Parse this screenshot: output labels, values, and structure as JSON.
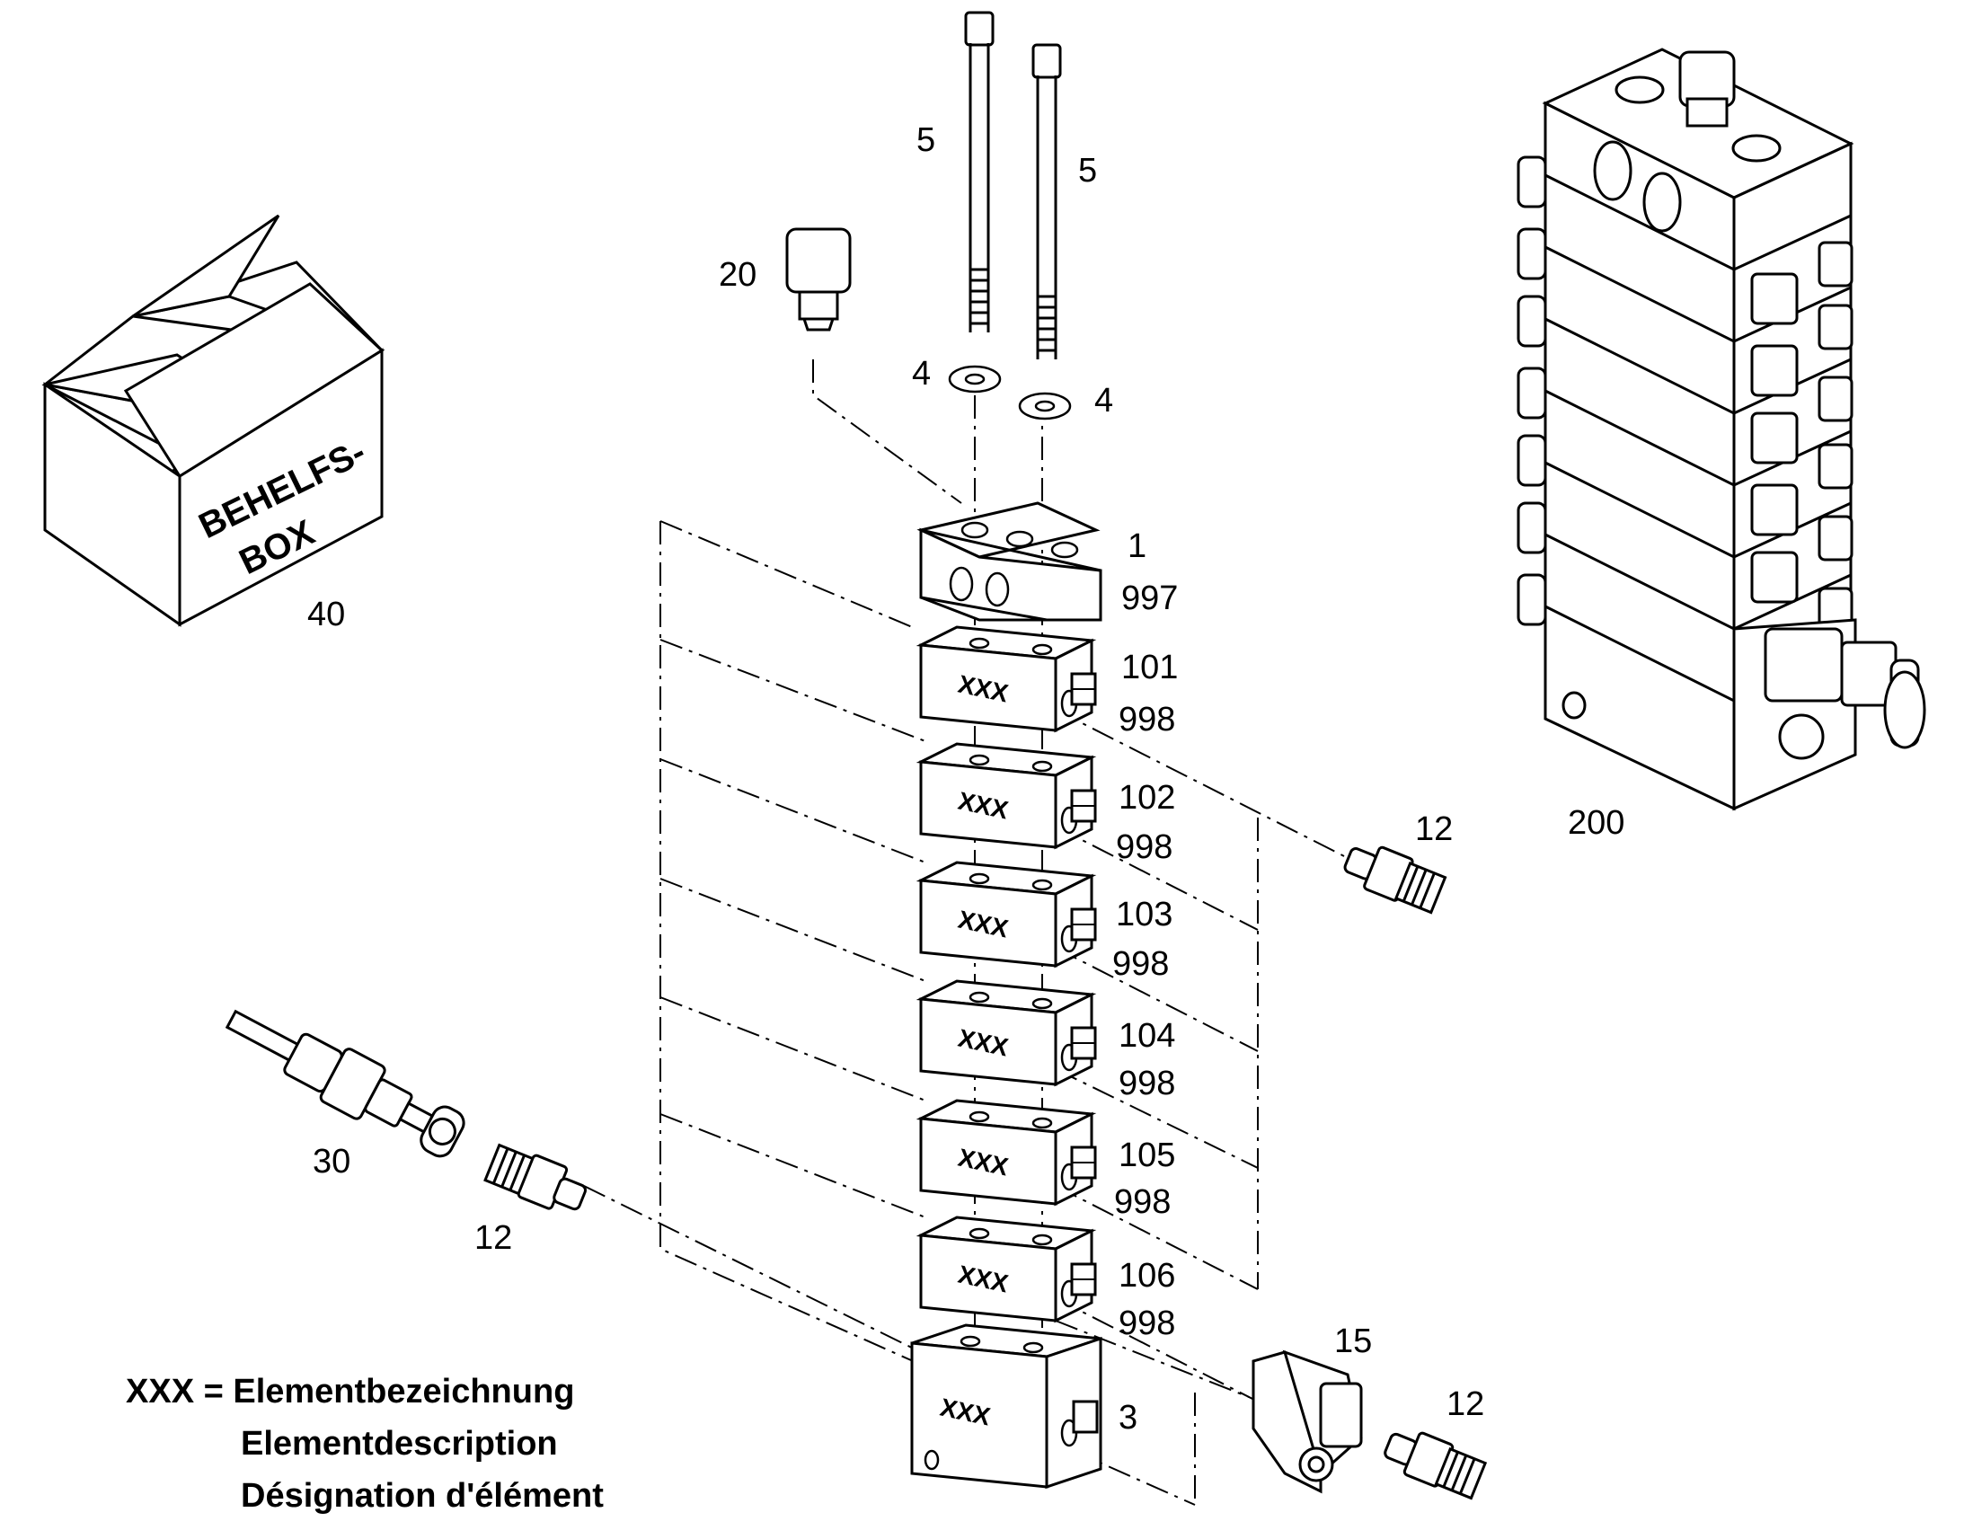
{
  "callouts": {
    "screw_left": "5",
    "screw_right": "5",
    "washer_left": "4",
    "washer_right": "4",
    "plug_top": "20",
    "start_block_1": "1",
    "start_block_2": "997",
    "box": "40",
    "box_text_1": "BEHELFS-",
    "box_text_2": "BOX",
    "assembled_unit": "200",
    "fitting_right": "12",
    "tube_assembly": "30",
    "fitting_left": "12",
    "adapter": "15",
    "fitting_bottom": "12",
    "end_block": "3"
  },
  "element_blocks": [
    {
      "label": "XXX",
      "num": "101",
      "sub": "998"
    },
    {
      "label": "XXX",
      "num": "102",
      "sub": "998"
    },
    {
      "label": "XXX",
      "num": "103",
      "sub": "998"
    },
    {
      "label": "XXX",
      "num": "104",
      "sub": "998"
    },
    {
      "label": "XXX",
      "num": "105",
      "sub": "998"
    },
    {
      "label": "XXX",
      "num": "106",
      "sub": "998"
    }
  ],
  "end_block_label": "XXX",
  "legend": {
    "line1": "XXX = Elementbezeichnung",
    "line2": "Elementdescription",
    "line3": "Désignation d'élément"
  }
}
